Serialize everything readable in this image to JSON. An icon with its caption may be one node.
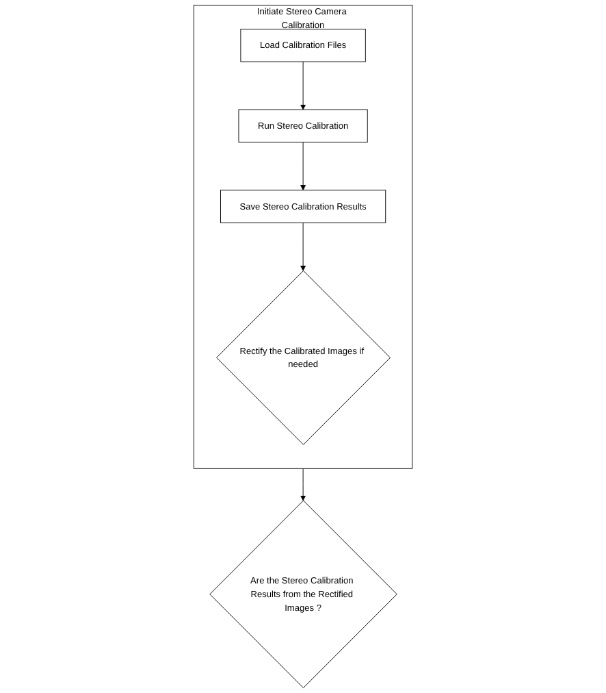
{
  "diagram": {
    "nodes": [
      {
        "text": [
          "Initiate Stereo Camera Calibration"
        ]
      },
      {
        "text": [
          "Load Calibration Files"
        ],
        "in": 0
      },
      {
        "text": [
          "Run Stereo Calibration"
        ],
        "in": 0
      },
      {
        "text": [
          "Save Stereo Calibration Results"
        ],
        "in": 0
      },
      {
        "text": [
          "Rectify the Calibrated Images if needed"
        ],
        "in": 0
      },
      {
        "text": [
          "Are the Stereo Calibration Results from the Rectified Images ?"
        ]
      }
    ],
    "edges": [
      {
        "from": 1,
        "to": 2,
        "arrow": "to"
      },
      {
        "from": 2,
        "to": 3,
        "arrow": "to"
      },
      {
        "from": 3,
        "to": 4,
        "arrow": "to"
      },
      {
        "from": 0,
        "to": 5,
        "arrow": "to"
      }
    ]
  }
}
